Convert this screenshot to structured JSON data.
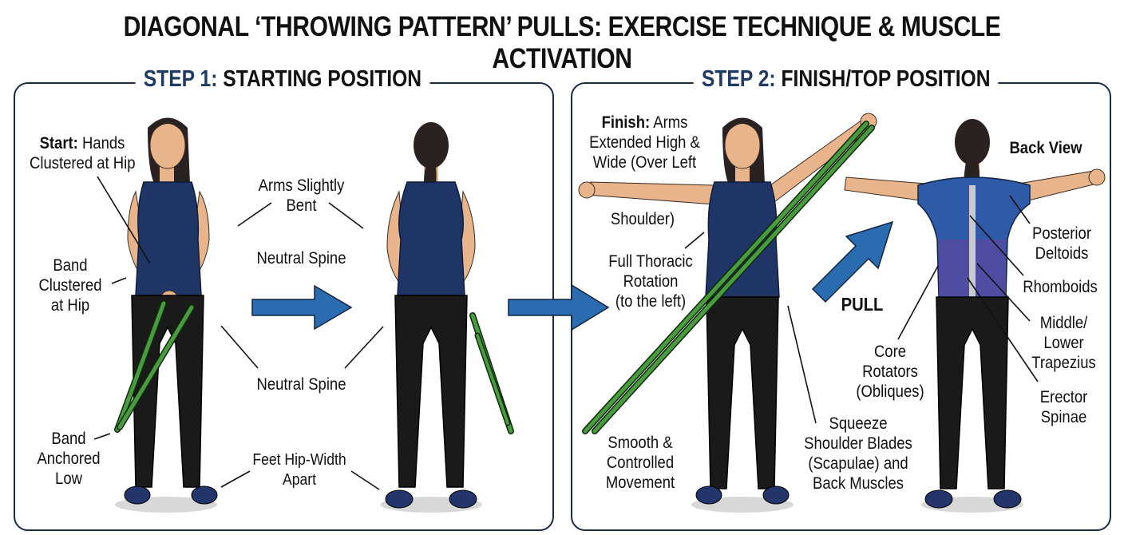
{
  "title": "DIAGONAL ‘THROWING PATTERN’ PULLS: EXERCISE TECHNIQUE & MUSCLE ACTIVATION",
  "colors": {
    "panel_border": "#1c2a44",
    "step_number": "#1f3b64",
    "arrow": "#2b6cb0",
    "band": "#4a9a3f",
    "tank_top": "#1e3566",
    "leggings": "#1a1a1a",
    "skin": "#e8b48c",
    "hair": "#2a2220",
    "shoes": "#23356b",
    "muscle_blue": "#2f5aa8",
    "muscle_purple": "#5a4aa0"
  },
  "step1": {
    "step_label": "STEP 1:",
    "heading": "STARTING POSITION",
    "labels": {
      "start_bold": "Start:",
      "start_text": "Hands",
      "start_line2": "Clustered at Hip",
      "band_clustered": [
        "Band",
        "Clustered",
        "at Hip"
      ],
      "band_anchored": [
        "Band",
        "Anchored",
        "Low"
      ],
      "arms_bent": [
        "Arms Slightly",
        "Bent"
      ],
      "neutral_spine_upper": "Neutral Spine",
      "neutral_spine_lower": "Neutral Spine",
      "feet": [
        "Feet Hip-Width",
        "Apart"
      ]
    },
    "figures": [
      "front-view",
      "back-view"
    ]
  },
  "step2": {
    "step_label": "STEP 2:",
    "heading": "FINISH/TOP POSITION",
    "labels": {
      "finish_bold": "Finish:",
      "finish_text": "Arms",
      "finish_line2": "Extended High &",
      "finish_line3": "Wide (Over Left",
      "finish_line4": "Shoulder)",
      "thoracic": [
        "Full Thoracic",
        "Rotation",
        "(to the left)"
      ],
      "smooth": [
        "Smooth &",
        "Controlled",
        "Movement"
      ],
      "squeeze": [
        "Squeeze",
        "Shoulder Blades",
        "(Scapulae) and",
        "Back Muscles"
      ],
      "pull": "PULL",
      "back_view": "Back View",
      "core": [
        "Core",
        "Rotators",
        "(Obliques)"
      ],
      "posterior": [
        "Posterior",
        "Deltoids"
      ],
      "rhomboids": "Rhomboids",
      "trapezius": [
        "Middle/",
        "Lower",
        "Trapezius"
      ],
      "erector": [
        "Erector",
        "Spinae"
      ]
    },
    "figures": [
      "front-view",
      "back-view-muscles"
    ]
  }
}
